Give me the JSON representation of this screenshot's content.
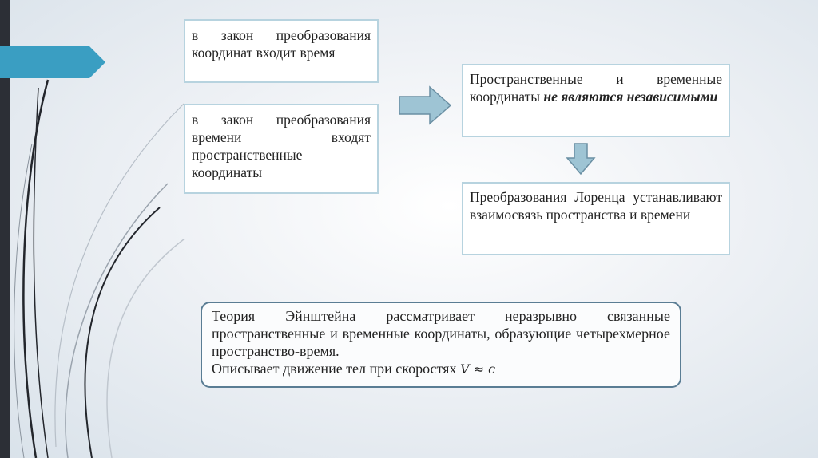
{
  "colors": {
    "accent": "#3a9ec2",
    "arrow_fill": "#9ec4d4",
    "arrow_stroke": "#6a8fa3",
    "box_border": "#b7d3df",
    "rounded_border": "#5a7d94",
    "sidebar": "#2c2f36"
  },
  "boxes": {
    "time_in_coords": "в закон преобразования координат входит время",
    "space_in_time": "в закон преобразования времени входят пространственные координаты",
    "not_independent": {
      "prefix": "Пространственные и временные координаты ",
      "emphasis": "не являются независимыми"
    },
    "lorentz": "Преобразования Лоренца устанавливают взаимосвязь пространства и времени",
    "einstein": {
      "line1": "Теория Эйнштейна рассматривает неразрывно связанные пространственные и временные координаты, образующие четырехмерное пространство-время.",
      "line2_prefix": "Описывает движение тел при скоростях ",
      "formula": "V ≈ c"
    }
  },
  "icons": {
    "right_arrow": "arrow-right-icon",
    "down_arrow": "arrow-down-icon",
    "pointer_tab": "pointer-tab-icon"
  }
}
